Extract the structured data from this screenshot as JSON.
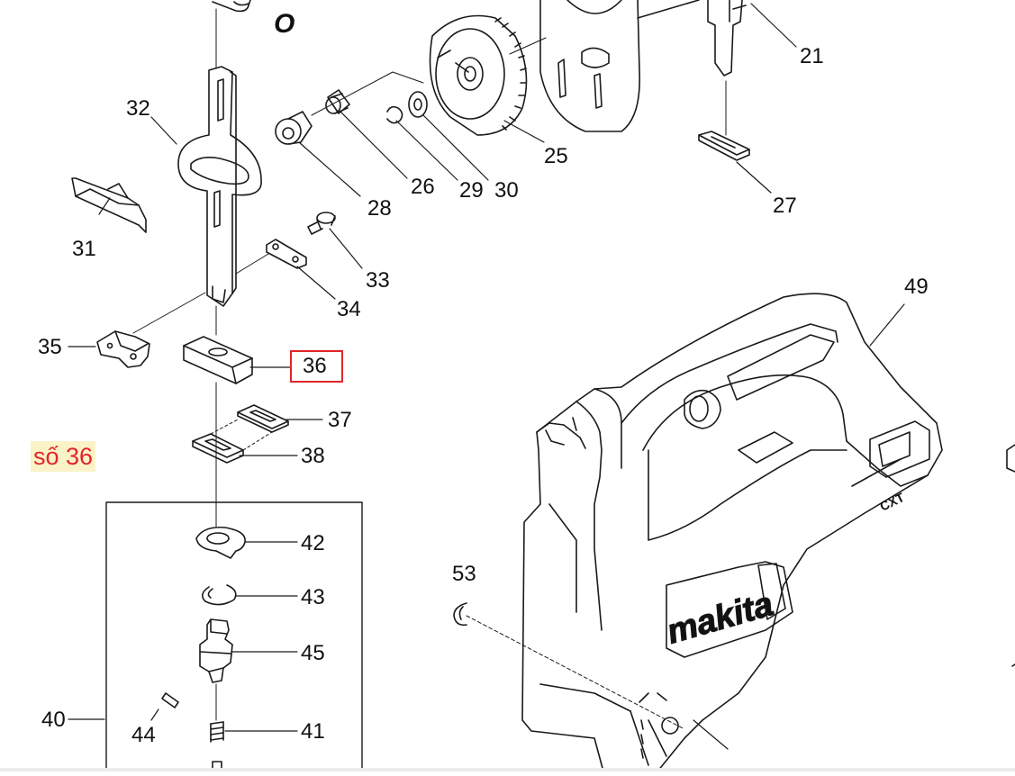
{
  "diagram": {
    "labels": {
      "p21": "21",
      "p25": "25",
      "p26": "26",
      "p27": "27",
      "p28": "28",
      "p29": "29",
      "p30": "30",
      "p31": "31",
      "p32": "32",
      "p33": "33",
      "p34": "34",
      "p35": "35",
      "p36": "36",
      "p37": "37",
      "p38": "38",
      "p40": "40",
      "p41": "41",
      "p42": "42",
      "p43": "43",
      "p44": "44",
      "p45": "45",
      "p49": "49",
      "p53": "53"
    },
    "top_mark": "O",
    "highlight_label": "36",
    "note": "số 36",
    "brand": "makita",
    "battery_mark": "CXT",
    "colors": {
      "highlight": "#e0262b",
      "note_bg": "#fbf3c8",
      "line": "#1a1a1a"
    }
  }
}
